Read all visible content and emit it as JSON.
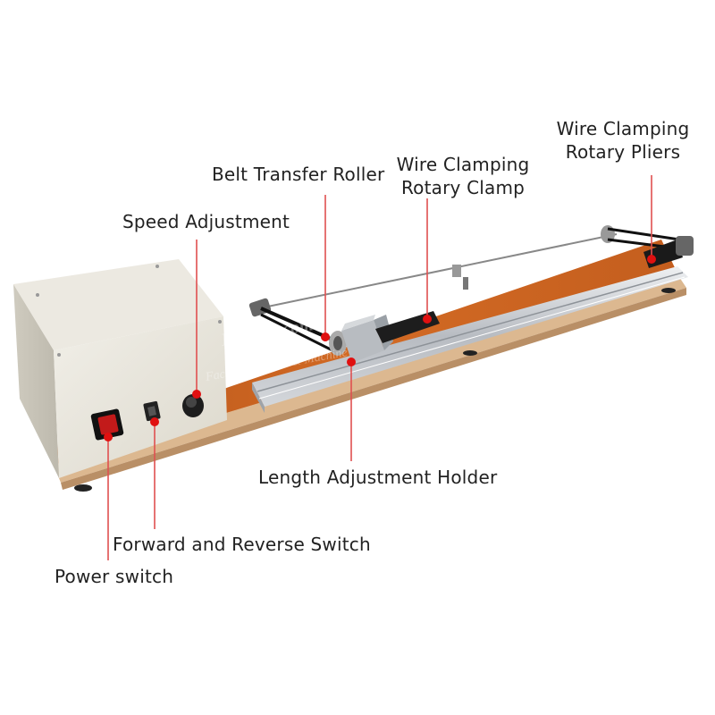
{
  "watermark": {
    "line1": "LYBGA.com",
    "line2": "Factory supplier & Machine"
  },
  "labels": {
    "wire_clamping_rotary_pliers": [
      "Wire Clamping",
      "Rotary Pliers"
    ],
    "belt_transfer_roller": "Belt Transfer Roller",
    "wire_clamping_rotary_clamp": [
      "Wire Clamping",
      "Rotary Clamp"
    ],
    "speed_adjustment": "Speed Adjustment",
    "length_adjustment_holder": "Length Adjustment Holder",
    "forward_and_reverse_switch": "Forward and Reverse Switch",
    "power_switch": "Power switch"
  },
  "colors": {
    "leader_line": "#e05050",
    "marker_dot": "#e01010",
    "board_top": "#c8621e",
    "board_edge": "#d9b48a",
    "control_box": "#e9e6dc",
    "rail": "#c9ccd0"
  }
}
